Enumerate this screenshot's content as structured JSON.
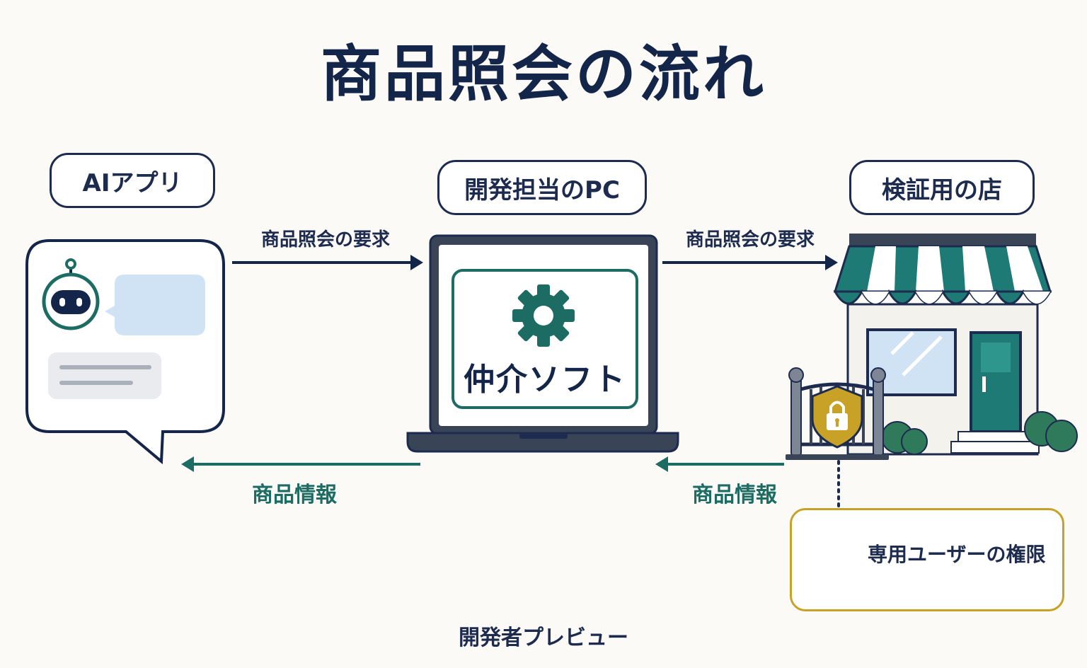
{
  "title": "商品照会の流れ",
  "nodes": {
    "ai_app": "AIアプリ",
    "dev_pc": "開発担当のPC",
    "test_store": "検証用の店"
  },
  "intermediary": "仲介ソフト",
  "arrows": {
    "request_1": "商品照会の要求",
    "request_2": "商品照会の要求",
    "info_1": "商品情報",
    "info_2": "商品情報"
  },
  "permission": "専用ユーザーの権限",
  "footer": "開発者プレビュー",
  "colors": {
    "navy": "#1d2b4f",
    "teal": "#1d6c64",
    "gold": "#c8a227",
    "light_blue": "#cfe3f5",
    "background": "#fbfaf6"
  },
  "icons": [
    "robot-icon",
    "chat-bubble-icon",
    "laptop-icon",
    "gear-icon",
    "storefront-icon",
    "gate-icon",
    "lock-shield-icon",
    "user-shield-icon"
  ]
}
